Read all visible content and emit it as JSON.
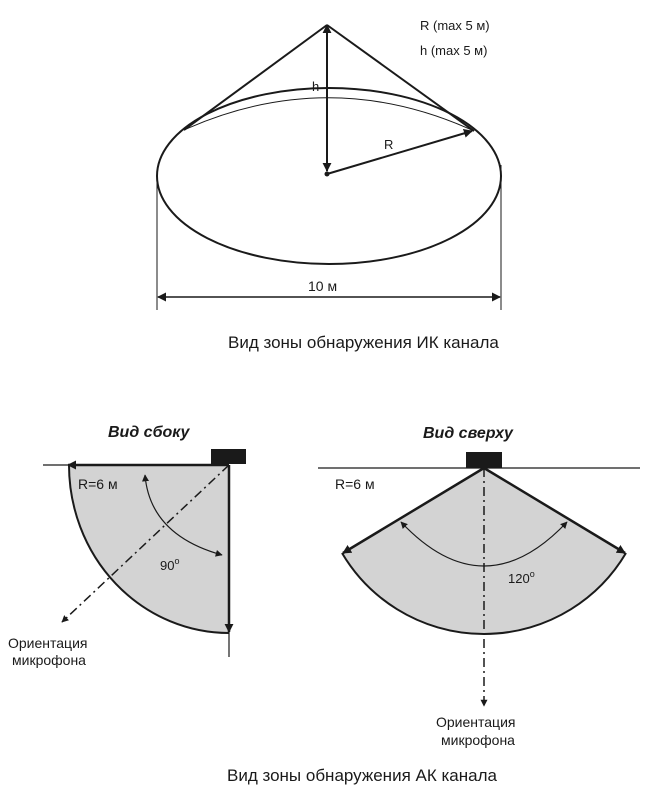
{
  "ir_zone": {
    "r_max_label": "R (max 5 м)",
    "h_max_label": "h (max 5 м)",
    "h_label": "h",
    "r_label": "R",
    "diameter_label": "10 м",
    "caption": "Вид зоны обнаружения ИК канала"
  },
  "ac_zone": {
    "side_view": {
      "title": "Вид сбоку",
      "radius_label": "R=6 м",
      "angle_label": "90",
      "angle_unit": "o",
      "orientation_line1": "Ориентация",
      "orientation_line2": "микрофона"
    },
    "top_view": {
      "title": "Вид сверху",
      "radius_label": "R=6 м",
      "angle_label": "120",
      "angle_unit": "o",
      "orientation_line1": "Ориентация",
      "orientation_line2": "микрофона"
    },
    "caption": "Вид зоны обнаружения АК канала"
  },
  "colors": {
    "line": "#1a1a1a",
    "zone_fill": "#d3d3d3",
    "sensor": "#1a1a1a"
  }
}
